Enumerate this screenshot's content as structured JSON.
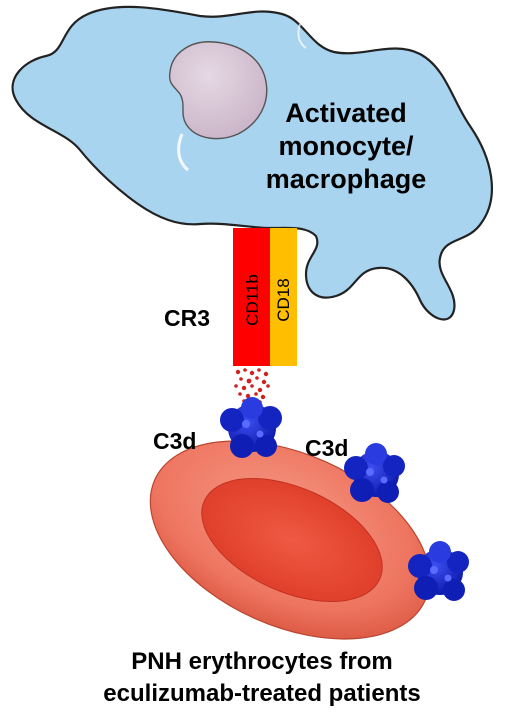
{
  "cell": {
    "title_lines": [
      "Activated",
      "monocyte/",
      "macrophage"
    ]
  },
  "receptor": {
    "name": "CR3",
    "subunits": [
      "CD11b",
      "CD18"
    ]
  },
  "ligand_labels": [
    "C3d",
    "C3d"
  ],
  "erythrocyte": {
    "caption_lines": [
      "PNH erythrocytes from",
      "eculizumab-treated patients"
    ]
  },
  "colors": {
    "cell_fill": "#a9d4ef",
    "nucleus_fill": "#d8c6d6",
    "cd11b": "#ff0000",
    "cd18": "#ffbf00",
    "c3d": "#1020c8",
    "rbc_outer": "#ef7560",
    "rbc_inner": "#e8432f"
  }
}
